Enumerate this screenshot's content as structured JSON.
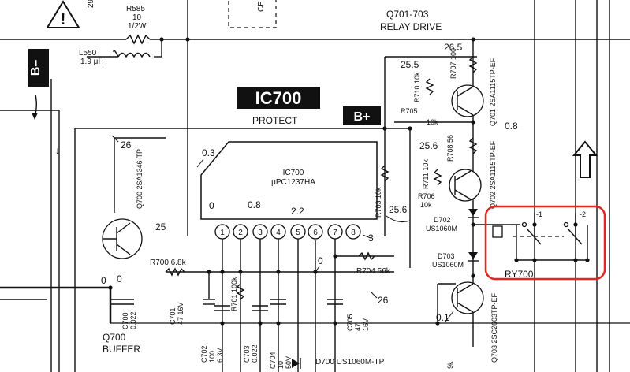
{
  "title": {
    "ic_badge": "IC700",
    "ic_sub": "PROTECT",
    "bplus": "B+",
    "bminus": "B–",
    "relay_drive_1": "Q701-703",
    "relay_drive_2": "RELAY DRIVE",
    "buffer_1": "Q700",
    "buffer_2": "BUFFER"
  },
  "ic": {
    "name": "IC700",
    "part": "μPC1237HA",
    "pins": [
      "1",
      "2",
      "3",
      "4",
      "5",
      "6",
      "7",
      "8"
    ]
  },
  "components": {
    "r585": [
      "R585",
      "10",
      "1/2W"
    ],
    "l550": [
      "L550",
      "1.9 μH"
    ],
    "r710": "R710 10k",
    "r707": "R707 100",
    "r705": "R705",
    "r705v": "10k",
    "q701": "Q701 2SA1115TP-EF",
    "r708": "R708 56",
    "r711": "R711 10k",
    "r706": "R706",
    "r706v": "10k",
    "q702": "Q702 2SA1115TP-EF",
    "r703": "R703 10k",
    "d702": [
      "D702",
      "US1060M"
    ],
    "d703": [
      "D703",
      "US1060M"
    ],
    "q703": "Q703 2SC2603TP-EF",
    "q700": "Q700 2SA1346-TP",
    "r700": "R700 6.8k",
    "r701": "R701 100k",
    "r704": "R704 56k",
    "c700": [
      "C700",
      "0.022"
    ],
    "c701": [
      "C701",
      "47 16V"
    ],
    "c702": [
      "C702",
      "100",
      "6.3V"
    ],
    "c703": [
      "C703",
      "0.022"
    ],
    "c704": [
      "C704",
      "10",
      "50V"
    ],
    "c705": [
      "C705",
      "47",
      "16V"
    ],
    "d700": "D700 US1060M-TP",
    "ry700": "RY700",
    "relay_pin1": "-1",
    "relay_pin2": "-2",
    "top_cut_1": "29",
    "top_cut_2": "CE",
    "bottom_cut": "9k"
  },
  "voltages": {
    "v26_5": "26.5",
    "v25_5": "25.5",
    "v0_8a": "0.8",
    "v25_6": "25.6",
    "v25_6b": "25.6",
    "v26": "26",
    "v0_3": "0.3",
    "v0a": "0",
    "v0_8b": "0.8",
    "v2_2": "2.2",
    "v25": "25",
    "v3": "3",
    "v0b": "0",
    "v0c": "0",
    "v26b": "26",
    "v0_1": "0.1",
    "v0d": "0"
  },
  "symbols": {
    "warning": "!",
    "ground_arrow": "↓",
    "up_arrow": "⇧"
  },
  "highlight_color": "#e3261e"
}
